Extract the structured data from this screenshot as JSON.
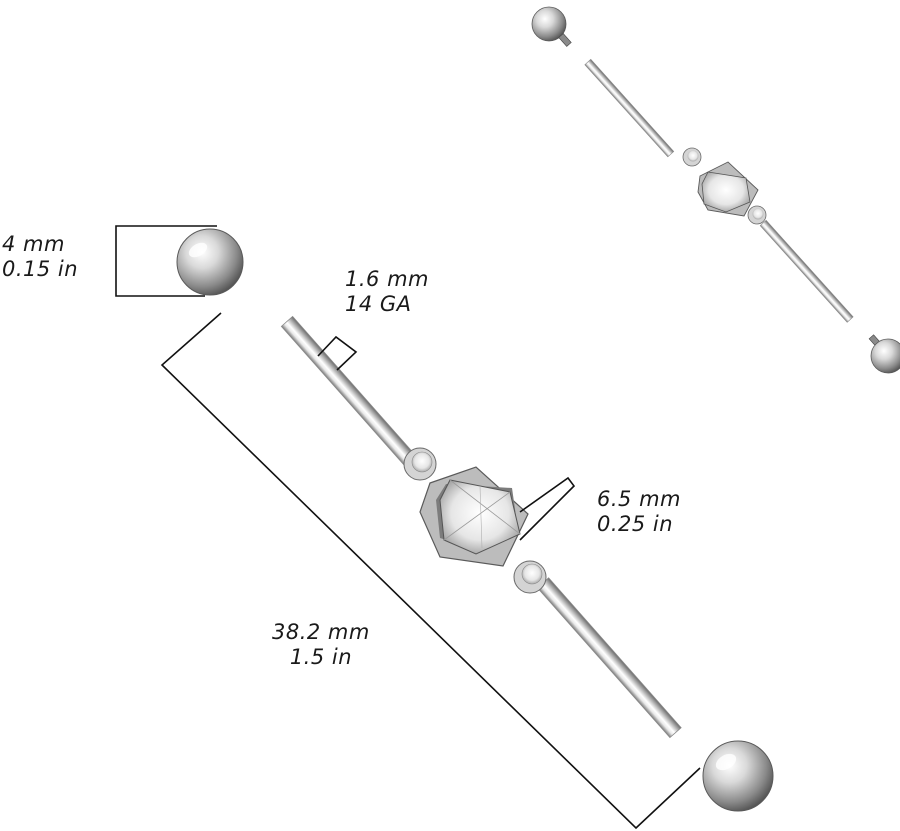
{
  "dimensions": {
    "ball": {
      "metric": "4 mm",
      "imperial": "0.15 in"
    },
    "gauge": {
      "metric": "1.6 mm",
      "gauge": "14 GA"
    },
    "gem": {
      "metric": "6.5 mm",
      "imperial": "0.25 in"
    },
    "length": {
      "metric": "38.2 mm",
      "imperial": "1.5 in"
    }
  },
  "colors": {
    "metal_light": "#f4f4f4",
    "metal_mid": "#c9c9c9",
    "metal_dark": "#6e6e6e",
    "line": "#111111"
  }
}
